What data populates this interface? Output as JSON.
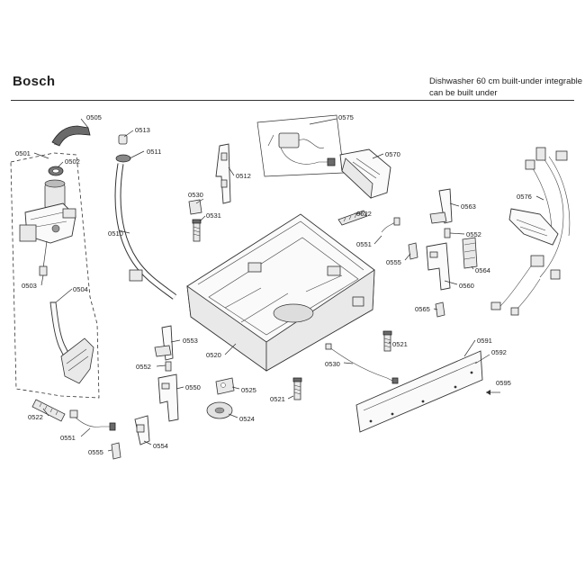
{
  "header": {
    "brand": "Bosch",
    "model_line1": "Dishwasher 60 cm built-under integrable",
    "model_line2": "can be built under"
  },
  "callouts": {
    "c0505": "0505",
    "c0501": "0501",
    "c0502": "0502",
    "c0503": "0503",
    "c0504": "0504",
    "c0513": "0513",
    "c0511": "0511",
    "c0510": "0510",
    "c0512": "0512",
    "c0530a": "0530",
    "c0531": "0531",
    "c0575": "0575",
    "c0570": "0570",
    "c0576": "0576",
    "c0563": "0563",
    "c0552a": "0552",
    "c0622": "0622",
    "c0551a": "0551",
    "c0555a": "0555",
    "c0564": "0564",
    "c0560": "0560",
    "c0565": "0565",
    "c0521a": "0521",
    "c0530b": "0530",
    "c0591": "0591",
    "c0592": "0592",
    "c0595": "0595",
    "c0553": "0553",
    "c0552b": "0552",
    "c0520": "0520",
    "c0550": "0550",
    "c0525": "0525",
    "c0521b": "0521",
    "c0524": "0524",
    "c0522": "0522",
    "c0551b": "0551",
    "c0555b": "0555",
    "c0554": "0554"
  }
}
